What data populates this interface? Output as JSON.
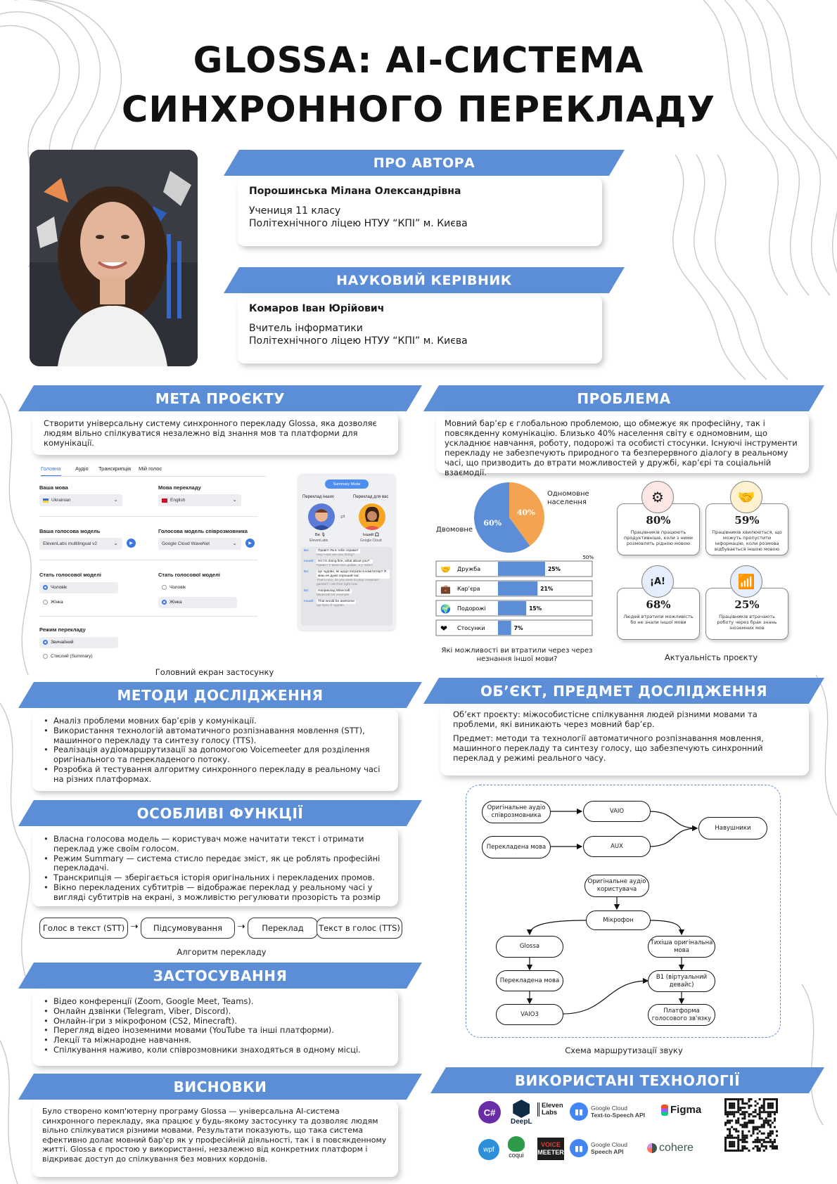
{
  "title": {
    "line1": "GLOSSA: AI-СИСТЕМА",
    "line2": "СИНХРОННОГО ПЕРЕКЛАДУ"
  },
  "author": {
    "heading": "ПРО АВТОРА",
    "name": "Порошинська Мілана Олександрівна",
    "line1": "Учениця 11 класу",
    "line2": "Політехнічного ліцею НТУУ “КПІ” м. Києва"
  },
  "supervisor": {
    "heading": "НАУКОВИЙ КЕРІВНИК",
    "name": "Комаров Іван Юрійович",
    "line1": "Вчитель інформатики",
    "line2": "Політехнічного ліцею НТУУ “КПІ” м. Києва"
  },
  "goal": {
    "heading": "МЕТА ПРОЄКТУ",
    "text": "Створити універсальну систему синхронного перекладу Glossa, яка дозволяє людям вільно спілкуватися незалежно від знання мов та платформи для комунікації."
  },
  "problem": {
    "heading": "ПРОБЛЕМА",
    "text": "Мовний бар’єр є глобальною проблемою, що обмежує як професійну, так і повсякденну комунікацію. Близько 40% населення світу є одномовним, що ускладнює навчання, роботу, подорожі та особисті стосунки. Існуючі інструменти перекладу не забезпечують природного та безперервного діалогу в реальному часі, що призводить до втрати можливостей у дружбі, кар’єрі та соціальній взаємодії."
  },
  "app_mockup": {
    "tabs": [
      "Головна",
      "Аудіо",
      "Транскрипція",
      "Мій голос"
    ],
    "my_language_label": "Ваша мова",
    "my_language_value": "Ukrainian",
    "translate_language_label": "Мова перекладу",
    "translate_language_value": "English",
    "my_voice_label": "Ваша голосова модель",
    "my_voice_value": "ElevenLabs multilingual v2",
    "partner_voice_label": "Голосова модель співрозмовника",
    "partner_voice_value": "Google Cloud WaveNet",
    "my_gender_label": "Стать голосової моделі",
    "partner_gender_label": "Стать голосової моделі",
    "male": "Чоловік",
    "female": "Жінка",
    "mode_label": "Режим перекладу",
    "mode_normal": "Звичайний",
    "mode_summary": "Стислий (Summary)",
    "summary_badge": "Summary Mode",
    "left_col_title": "Переклад інших",
    "right_col_title": "Переклад для вас",
    "me_label": "Ви",
    "me_engine": "ElevenLabs",
    "other_label": "Інший",
    "other_engine": "Google Cloud",
    "chat": [
      {
        "who": "Ви:",
        "orig": "Привіт! Як в тебе справи?",
        "tr": "Hey! How are you doing?"
      },
      {
        "who": "Інший:",
        "orig": "Hi! I'm doing fine, what about you?",
        "tr": "Привіт! У мене все добре, а у тебе?"
      },
      {
        "who": "Ви:",
        "orig": "Це чудово, як щодо пограти в комп'ютер? Я маю не дуже хороший час",
        "tr": "That's nice, do you want to play computer games? I am free right now"
      },
      {
        "who": "Ви:",
        "orig": "Наприклад Minecraft",
        "tr": "Minecraft for example"
      },
      {
        "who": "Інший:",
        "orig": "That would be awesome",
        "tr": "Це було б чудово"
      }
    ],
    "caption": "Головний екран застосунку"
  },
  "chart_data": [
    {
      "type": "pie",
      "labels": [
        "Одномовне населення",
        "Двомовне"
      ],
      "values": [
        40,
        60
      ],
      "data_labels": [
        "40%",
        "60%"
      ],
      "colors": [
        "#f4a450",
        "#5b8ed6"
      ]
    },
    {
      "type": "bar",
      "categories": [
        "Дружба",
        "Кар’єра",
        "Подорожі",
        "Стосунки"
      ],
      "values": [
        25,
        21,
        15,
        7
      ],
      "data_labels": [
        "25%",
        "21%",
        "15%",
        "7%"
      ],
      "axis_max_label": "50%",
      "xlim": [
        0,
        50
      ],
      "caption": "Які можливості ви втратили через через незнання іншої мови?",
      "colors": [
        "#5b8ed6"
      ]
    }
  ],
  "relevance": {
    "caption": "Актуальність проєкту",
    "cards": [
      {
        "pct": "80%",
        "desc": "Працівників працюють продуктивніше, коли з ними розмовлять рідною мовою",
        "icon": "productivity-gear-icon"
      },
      {
        "pct": "59%",
        "desc": "Працівників хвилюються, що можуть пропустити інформацію, коли розмова відбувається іншою мовою",
        "icon": "handshake-icon"
      },
      {
        "pct": "68%",
        "desc": "Людей втратили можливість бо не знали іншої мови",
        "icon": "language-bubble-icon"
      },
      {
        "pct": "25%",
        "desc": "Працівників втрачають роботу через брак знань іноземних мов",
        "icon": "growth-chart-icon"
      }
    ]
  },
  "methods": {
    "heading": "МЕТОДИ ДОСЛІДЖЕННЯ",
    "items": [
      "Аналіз проблеми мовних бар’єрів у комунікації.",
      "Використання технологій автоматичного розпізнавання мовлення (STT), машинного перекладу та синтезу голосу (TTS).",
      "Реалізація аудіомаршрутизації за допомогою Voicemeeter для розділення оригінального та перекладеного потоку.",
      "Розробка й тестування алгоритму синхронного перекладу в реальному часі на різних платформах."
    ]
  },
  "object": {
    "heading": "ОБ’ЄКТ, ПРЕДМЕТ ДОСЛІДЖЕННЯ",
    "object_text": "Об’єкт проєкту: міжособистісне спілкування людей різними мовами та проблеми, які виникають через мовний бар’єр.",
    "subject_text": "Предмет: методи та технології автоматичного розпізнавання мовлення, машинного перекладу та синтезу голосу, що забезпечують синхронний переклад у режимі реального часу."
  },
  "features": {
    "heading": "ОСОБЛИВІ ФУНКЦІЇ",
    "items": [
      "Власна голосова модель — користувач може начитати текст і отримати переклад уже своїм голосом.",
      "Режим Summary — система стисло передає зміст, як це роблять професійні перекладачі.",
      "Транскрипція — зберігається історія оригінальних і перекладених промов.",
      "Вікно перекладених субтитрів — відображає переклад у реальному часі у вигляді субтитрів на екрані, з можливістю регулювати прозорість та розмір"
    ]
  },
  "algorithm": {
    "steps": [
      "Голос в текст (STT)",
      "Підсумовування",
      "Переклад",
      "Текст в голос (TTS)"
    ],
    "caption": "Алгоритм перекладу"
  },
  "routing": {
    "caption": "Схема маршрутизації звуку",
    "n_orig_partner": "Оригінальне аудіо співрозмовника",
    "n_vaio": "VAIO",
    "n_headphones": "Навушники",
    "n_translated1": "Перекладена мова",
    "n_aux": "AUX",
    "n_orig_user": "Оригінальне аудіо користувача",
    "n_mic": "Мікрофон",
    "n_glossa": "Glossa",
    "n_quiet": "Тихіша оригінальна мова",
    "n_translated2": "Перекладена мова",
    "n_b1": "B1 (віртуальний девайс)",
    "n_vaio3": "VAIO3",
    "n_platform": "Платформа голосового зв'язку"
  },
  "applications": {
    "heading": "ЗАСТОСУВАННЯ",
    "items": [
      "Відео конференції (Zoom, Google Meet, Teams).",
      "Онлайн дзвінки (Telegram, Viber, Discord).",
      "Онлайн-ігри з мікрофоном (CS2, Minecraft).",
      "Перегляд відео іноземними мовами (YouTube та інші платформи).",
      "Лекції та міжнародне навчання.",
      "Спілкування наживо, коли співрозмовники знаходяться в одному місці."
    ]
  },
  "conclusions": {
    "heading": "ВИСНОВКИ",
    "text": "Було створено комп'ютерну програму Glossa — універсальна AI-система синхронного перекладу, яка працює у будь-якому застосунку та дозволяє людям вільно спілкуватися різними мовами. Результати показують, що така система ефективно долає мовний бар'єр як у професійній діяльності, так і в повсякденному житті. Glossa є простою у використанні, незалежно від конкретних платформ і відкриває доступ до спілкування без мовних кордонів."
  },
  "technologies": {
    "heading": "ВИКОРИСТАНІ ТЕХНОЛОГІЇ",
    "csharp": "C#",
    "deepl": "DeepL",
    "elevenlabs": "Eleven Labs",
    "gc_tts_1": "Google Cloud",
    "gc_tts_2": "Text-to-Speech API",
    "figma": "Figma",
    "wpf": "wpf",
    "coqui": "coqui",
    "voicemeeter_1": "VOICE",
    "voicemeeter_2": "MEETER",
    "gc_stt_1": "Google Cloud",
    "gc_stt_2": "Speech API",
    "cohere": "cohere"
  },
  "colors": {
    "accent": "#5b8ed6",
    "orange": "#f4a450"
  }
}
